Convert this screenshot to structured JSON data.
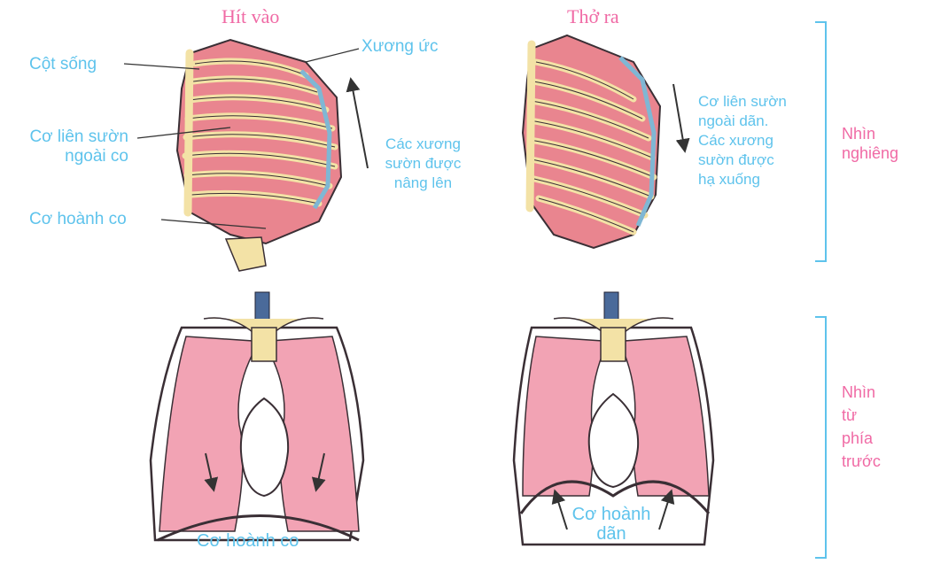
{
  "headings": {
    "inhale": "Hít vào",
    "exhale": "Thở ra"
  },
  "inhale_labels": {
    "spine": "Cột sống",
    "sternum": "Xương ức",
    "intercostal": [
      "Cơ liên sườn",
      "ngoài co"
    ],
    "diaphragm": "Cơ hoành co",
    "ribs": [
      "Các xương",
      "sườn được",
      "nâng lên"
    ]
  },
  "exhale_labels": {
    "description": [
      "Cơ liên sườn",
      "ngoài dãn.",
      "Các xương",
      "sườn được",
      "hạ xuống"
    ]
  },
  "views": {
    "oblique": [
      "Nhìn",
      "nghiêng"
    ],
    "front": [
      "Nhìn",
      "từ",
      "phía",
      "trước"
    ]
  },
  "front_labels": {
    "inhale_diaphragm": "Cơ hoành co",
    "exhale_diaphragm": [
      "Cơ hoành",
      "dãn"
    ]
  },
  "colors": {
    "label": "#5ec3ec",
    "accent": "#f06aa5",
    "muscle": "#e9858f",
    "lung": "#f2a3b4",
    "bone": "#f3e2a6",
    "outline": "#3a2f35"
  }
}
